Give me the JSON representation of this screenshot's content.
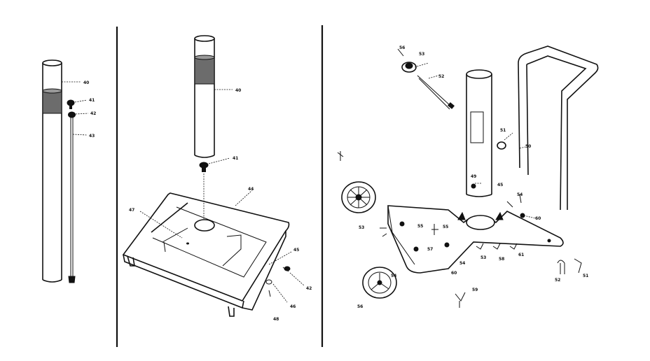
{
  "panels": [
    {
      "name": "column-panel",
      "callouts": [
        "40",
        "41",
        "42",
        "43"
      ]
    },
    {
      "name": "base-panel",
      "callouts": [
        "40",
        "41",
        "44",
        "47",
        "45",
        "42",
        "46",
        "48"
      ]
    },
    {
      "name": "stand-panel",
      "callouts": [
        "56",
        "53",
        "52",
        "51",
        "50",
        "49",
        "45",
        "54",
        "53",
        "55",
        "55",
        "60",
        "57",
        "56",
        "53",
        "54",
        "61",
        "58",
        "59",
        "60",
        "54",
        "52",
        "51"
      ]
    }
  ],
  "icons": {
    "dividers": "vertical-rule",
    "wheels": "wheel-icon"
  }
}
